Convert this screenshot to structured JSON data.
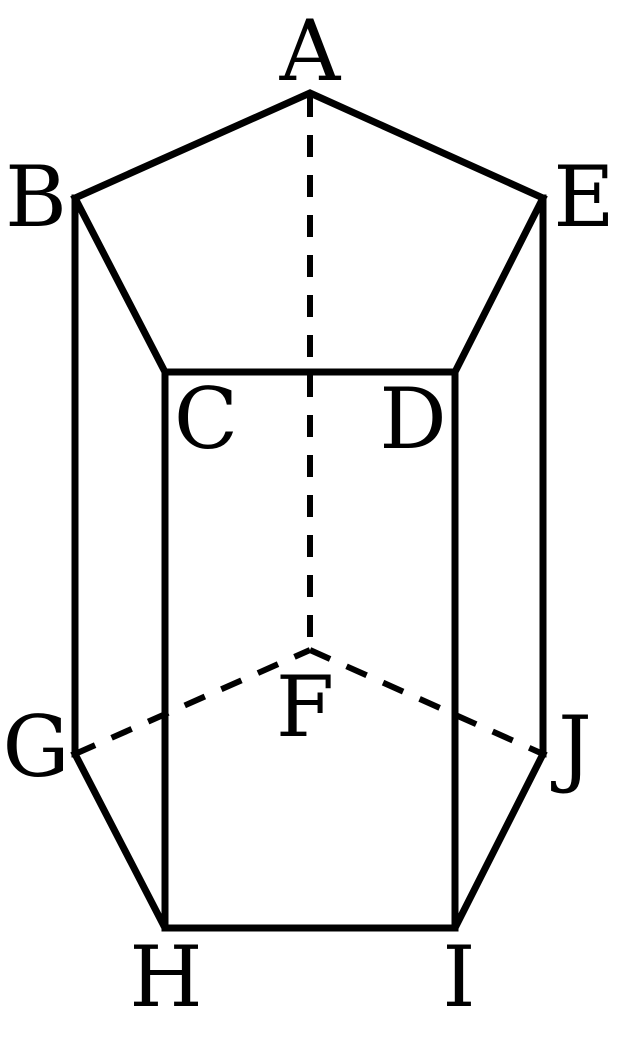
{
  "figure": {
    "type": "pentagonal prism",
    "vertices": {
      "A": "A",
      "B": "B",
      "C": "C",
      "D": "D",
      "E": "E",
      "F": "F",
      "G": "G",
      "H": "H",
      "I": "I",
      "J": "J"
    },
    "visible_edges": [
      "AB",
      "BC",
      "CD",
      "DE",
      "EA",
      "BG",
      "CH",
      "DI",
      "EJ",
      "GH",
      "HI",
      "IJ"
    ],
    "hidden_edges": [
      "AF",
      "GF",
      "FJ"
    ],
    "colors": {
      "stroke": "#000000",
      "background": "#ffffff"
    }
  }
}
